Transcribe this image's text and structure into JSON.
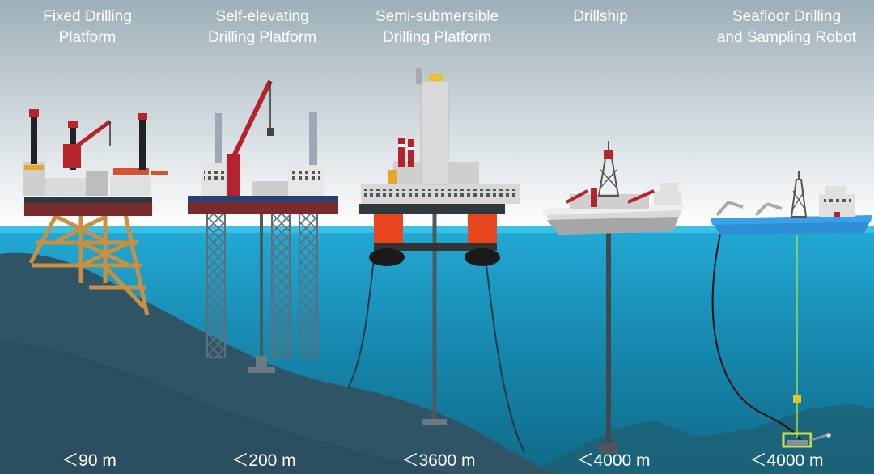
{
  "colors": {
    "sky_top": "#9dafb9",
    "sky_bottom": "#ffffff",
    "sea_top": "#22aad6",
    "sea_bottom": "#0f6a88",
    "seabed": "#2e5466",
    "jacket_truss": "#c9903f",
    "platform_red": "#b5232c",
    "pontoon_orange": "#e8451e",
    "ship_hull_gray": "#d9d9d9",
    "ship_hull_blue": "#2f8fd6"
  },
  "platforms": [
    {
      "title_lines": [
        "Fixed Drilling",
        "Platform"
      ],
      "depth": "＜90 m"
    },
    {
      "title_lines": [
        "Self-elevating",
        "Drilling Platform"
      ],
      "depth": "＜200 m"
    },
    {
      "title_lines": [
        "Semi-submersible",
        "Drilling Platform"
      ],
      "depth": "＜3600 m"
    },
    {
      "title_lines": [
        "Drillship"
      ],
      "depth": "＜4000 m"
    },
    {
      "title_lines": [
        "Seafloor Drilling",
        "and Sampling Robot"
      ],
      "depth": "＜4000 m"
    }
  ]
}
